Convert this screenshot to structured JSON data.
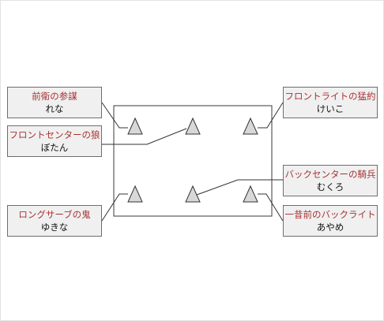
{
  "positions": [
    {
      "id": "lt",
      "role": "前衛の参謀",
      "name": "れな"
    },
    {
      "id": "lm",
      "role": "フロントセンターの狼",
      "name": "ぼたん"
    },
    {
      "id": "lb",
      "role": "ロングサーブの鬼",
      "name": "ゆきな"
    },
    {
      "id": "rt",
      "role": "フロントライトの猛約",
      "name": "けいこ"
    },
    {
      "id": "rm",
      "role": "バックセンターの騎兵",
      "name": "むくろ"
    },
    {
      "id": "rb",
      "role": "一昔前のバックライト",
      "name": "あやめ"
    }
  ],
  "colors": {
    "role_text": "#a83232",
    "name_text": "#111111",
    "box_fill": "#f0f0f0",
    "box_border": "#6e6e6e",
    "marker_fill": "#d8d8d8"
  }
}
